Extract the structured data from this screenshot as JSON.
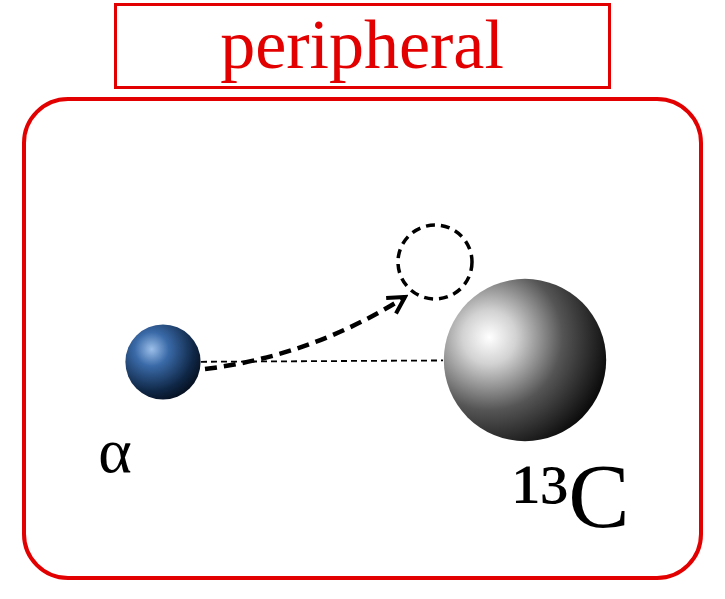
{
  "diagram": {
    "nodes": [
      {
        "text": [
          "peripheral"
        ]
      },
      {
        "text": [
          "α"
        ],
        "in": 0
      },
      {
        "text": [
          "¹³C"
        ],
        "in": 0
      }
    ],
    "edges": [
      {
        "from": 1,
        "to": 2,
        "arrow": "none"
      }
    ]
  }
}
